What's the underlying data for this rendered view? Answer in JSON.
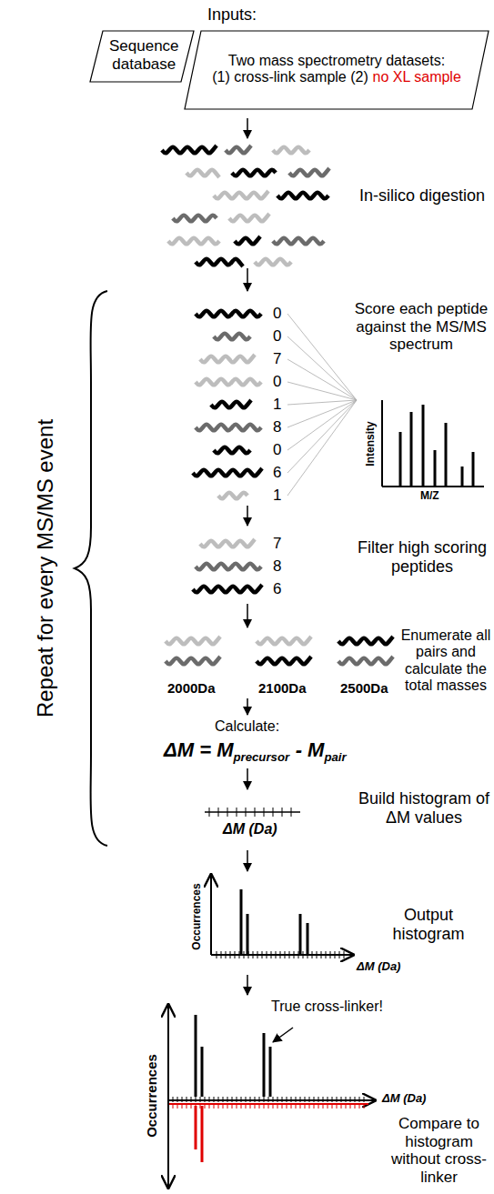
{
  "diagram": {
    "nodes": [
      {
        "text": [
          "Sequence database"
        ]
      },
      {
        "text": [
          "Two mass spectrometry datasets:",
          "(1) cross-link sample (2)",
          "no XL sample"
        ]
      }
    ],
    "labels": [
      "Inputs:",
      "In-silico digestion",
      "0",
      "0",
      "7",
      "0",
      "1",
      "8",
      "0",
      "6",
      "1",
      "Score each peptide against the MS/MS spectrum",
      "Intensity",
      "M/Z",
      "7",
      "8",
      "6",
      "Filter high scoring peptides",
      "2000Da",
      "2100Da",
      "2500Da",
      "Enumerate all pairs and calculate the total masses",
      "Calculate:",
      "ΔM = M",
      "precursor",
      "- M",
      "pair",
      "Repeat for every MS/MS event",
      "ΔM (Da)",
      "Build histogram of ΔM values",
      "Occurrences",
      "ΔM (Da)",
      "Output histogram",
      "True cross-linker!",
      "Occurrences",
      "ΔM (Da)",
      "Compare to histogram without cross-linker"
    ]
  }
}
